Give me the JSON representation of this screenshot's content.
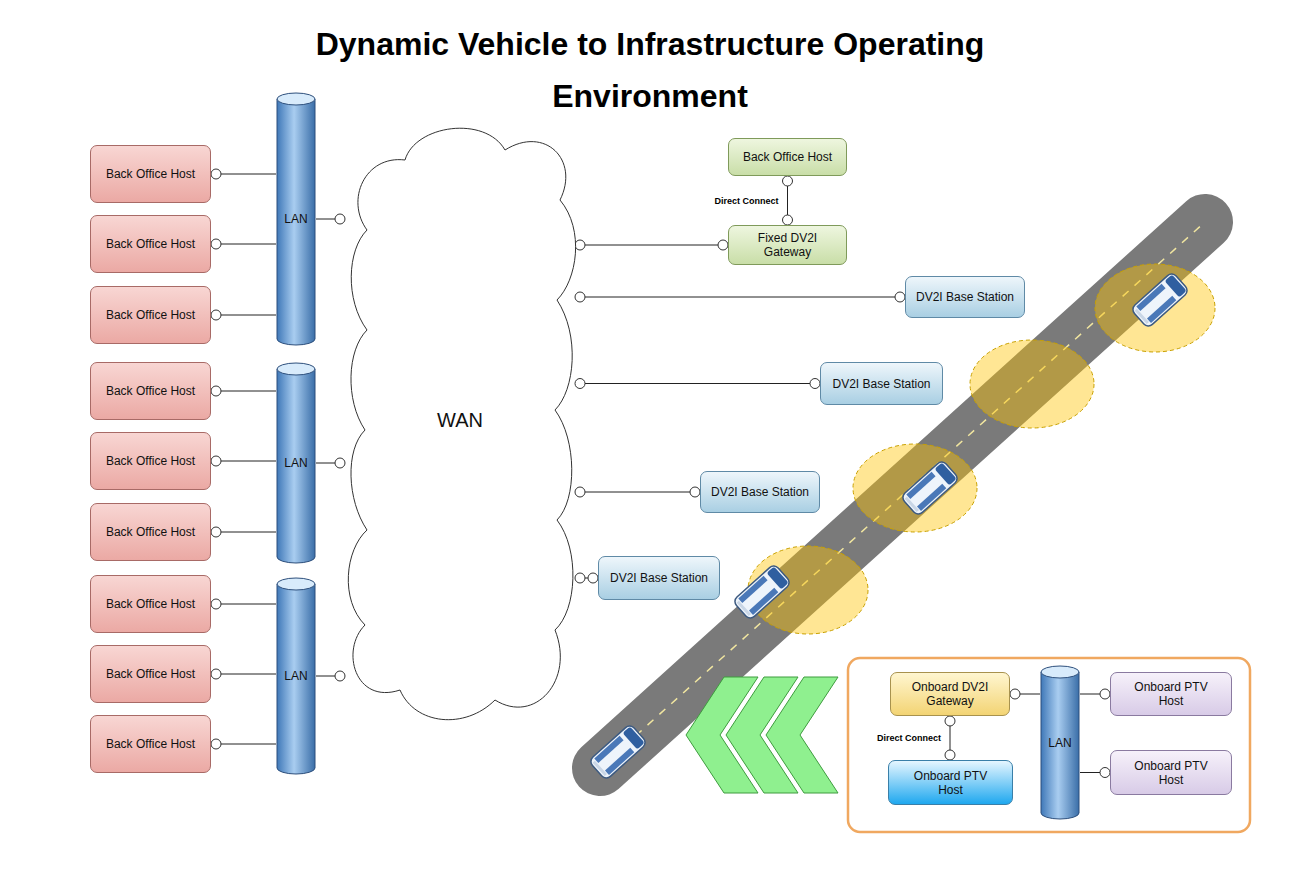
{
  "diagram": {
    "title": "Dynamic Vehicle to Infrastructure Operating Environment",
    "nodes": [
      {
        "text": [
          "Back Office Host"
        ]
      },
      {
        "text": [
          "Back Office Host"
        ]
      },
      {
        "text": [
          "Back Office Host"
        ]
      },
      {
        "text": [
          "Back Office Host"
        ]
      },
      {
        "text": [
          "Back Office Host"
        ]
      },
      {
        "text": [
          "Back Office Host"
        ]
      },
      {
        "text": [
          "Back Office Host"
        ]
      },
      {
        "text": [
          "Back Office Host"
        ]
      },
      {
        "text": [
          "Back Office Host"
        ]
      },
      {
        "text": [
          "LAN"
        ]
      },
      {
        "text": [
          "LAN"
        ]
      },
      {
        "text": [
          "LAN"
        ]
      },
      {
        "text": [
          "WAN"
        ]
      },
      {
        "text": [
          "Back Office Host"
        ]
      },
      {
        "text": [
          "Fixed DV2I Gateway"
        ]
      },
      {
        "text": [
          "DV2I Base Station"
        ]
      },
      {
        "text": [
          "DV2I Base Station"
        ]
      },
      {
        "text": [
          "DV2I Base Station"
        ]
      },
      {
        "text": [
          "DV2I Base Station"
        ]
      },
      {
        "text": [
          "Onboard DV2I Gateway"
        ]
      },
      {
        "text": [
          "LAN"
        ]
      },
      {
        "text": [
          "Onboard PTV Host"
        ]
      },
      {
        "text": [
          "Onboard PTV Host"
        ]
      },
      {
        "text": [
          "Onboard PTV Host"
        ]
      }
    ],
    "edges": [
      {
        "from": 0,
        "to": 9,
        "arrow": "none"
      },
      {
        "from": 1,
        "to": 9,
        "arrow": "none"
      },
      {
        "from": 2,
        "to": 9,
        "arrow": "none"
      },
      {
        "from": 3,
        "to": 10,
        "arrow": "none"
      },
      {
        "from": 4,
        "to": 10,
        "arrow": "none"
      },
      {
        "from": 5,
        "to": 10,
        "arrow": "none"
      },
      {
        "from": 6,
        "to": 11,
        "arrow": "none"
      },
      {
        "from": 7,
        "to": 11,
        "arrow": "none"
      },
      {
        "from": 8,
        "to": 11,
        "arrow": "none"
      },
      {
        "from": 9,
        "to": 12,
        "arrow": "none"
      },
      {
        "from": 10,
        "to": 12,
        "arrow": "none"
      },
      {
        "from": 11,
        "to": 12,
        "arrow": "none"
      },
      {
        "from": 12,
        "to": 14,
        "arrow": "none"
      },
      {
        "from": 12,
        "to": 15,
        "arrow": "none"
      },
      {
        "from": 12,
        "to": 16,
        "arrow": "none"
      },
      {
        "from": 12,
        "to": 17,
        "arrow": "none"
      },
      {
        "from": 12,
        "to": 18,
        "arrow": "none"
      },
      {
        "from": 13,
        "to": 14,
        "label": "Direct Connect",
        "arrow": "none"
      },
      {
        "from": 19,
        "to": 20,
        "arrow": "none"
      },
      {
        "from": 20,
        "to": 21,
        "arrow": "none"
      },
      {
        "from": 20,
        "to": 23,
        "arrow": "none"
      },
      {
        "from": 19,
        "to": 22,
        "label": "Direct Connect",
        "arrow": "none"
      }
    ]
  }
}
